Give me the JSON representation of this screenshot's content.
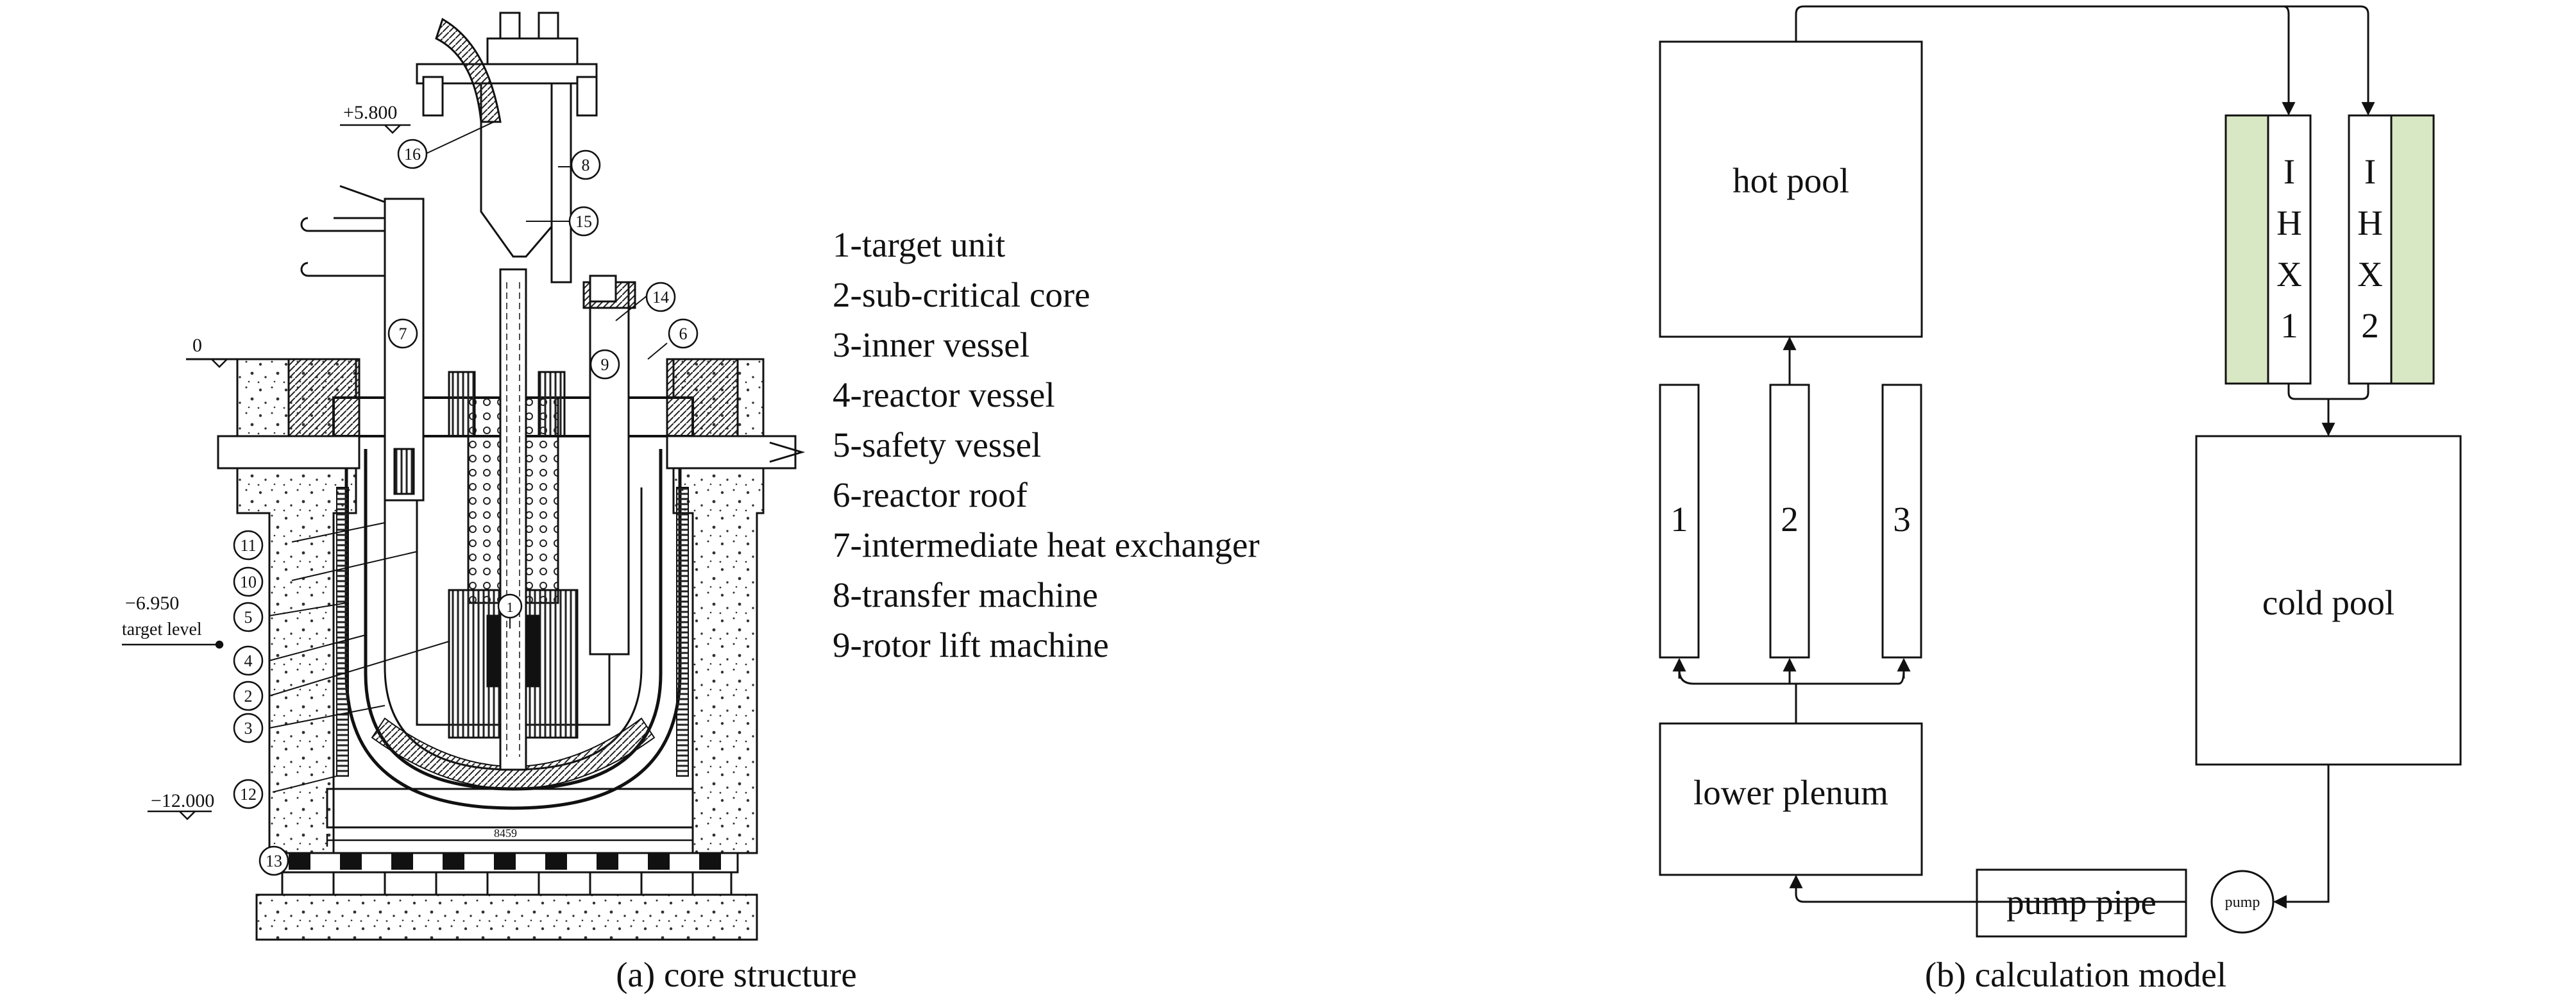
{
  "panel_a": {
    "caption": "(a) core structure",
    "elevations": {
      "top": "+5.800",
      "zero": "0",
      "level": "−6.950",
      "level_note": "target level",
      "bottom": "−12.000"
    },
    "dimension": "8459",
    "callouts": [
      "1",
      "2",
      "3",
      "4",
      "5",
      "6",
      "7",
      "8",
      "9",
      "10",
      "11",
      "12",
      "13",
      "14",
      "15",
      "16"
    ],
    "legend": [
      "1-target unit",
      "2-sub-critical core",
      "3-inner vessel",
      "4-reactor vessel",
      "5-safety vessel",
      "6-reactor roof",
      "7-intermediate heat exchanger",
      "8-transfer machine",
      "9-rotor lift machine"
    ]
  },
  "panel_b": {
    "caption": "(b) calculation model",
    "hot_pool": "hot pool",
    "cold_pool": "cold pool",
    "lower_plenum": "lower plenum",
    "pump_pipe": "pump pipe",
    "pump": "pump",
    "channels": [
      "1",
      "2",
      "3"
    ],
    "ihx": [
      {
        "chars": [
          "I",
          "H",
          "X",
          "1"
        ]
      },
      {
        "chars": [
          "I",
          "H",
          "X",
          "2"
        ]
      }
    ],
    "colors": {
      "ihx_fill": "#d9e8c4",
      "line": "#111111"
    }
  }
}
